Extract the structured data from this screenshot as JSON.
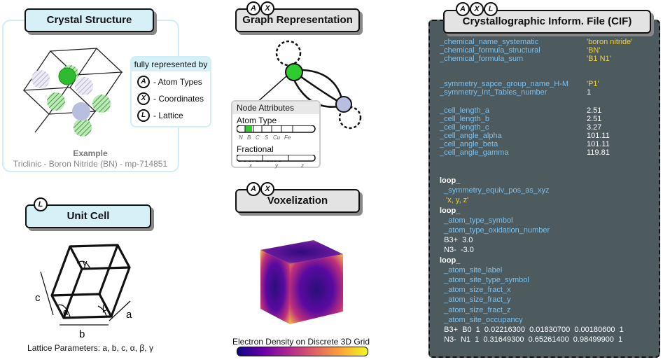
{
  "crystal": {
    "title": "Crystal Structure",
    "legend_header": "fully represented by",
    "legend": [
      {
        "badge": "A",
        "label": "- Atom Types"
      },
      {
        "badge": "X",
        "label": "- Coordinates"
      },
      {
        "badge": "L",
        "label": "- Lattice"
      }
    ],
    "example_label": "Example",
    "example_desc": "Triclinic - Boron Nitride (BN) - mp-714851"
  },
  "unit_cell": {
    "badge": "L",
    "title": "Unit Cell",
    "labels": {
      "c": "c",
      "a": "a",
      "b": "b",
      "alpha": "α",
      "beta": "β",
      "gamma": "γ"
    },
    "caption": "Lattice Parameters: a, b, c, α, β, γ"
  },
  "graph": {
    "badges": [
      "A",
      "X"
    ],
    "title": "Graph Representation",
    "node_attr_title": "Node Attributes",
    "atom_type_label": "Atom Type",
    "atom_types": [
      "N",
      "B",
      "C",
      "S",
      "Cu",
      "Fe"
    ],
    "frac_coord_label": "Fractional Coordinates",
    "coords": [
      "x",
      "y",
      "z"
    ]
  },
  "voxel": {
    "badges": [
      "A",
      "X"
    ],
    "title": "Voxelization",
    "caption": "Electron Density on Discrete 3D Grid"
  },
  "cif": {
    "badges": [
      "A",
      "X",
      "L"
    ],
    "title": "Crystallographic Inform. File (CIF)",
    "fields": [
      {
        "k": "_chemical_name_systematic",
        "v": "'boron nitride'",
        "vc": "y"
      },
      {
        "k": "_chemical_formula_structural",
        "v": "'BN'",
        "vc": "y"
      },
      {
        "k": "_chemical_formula_sum",
        "v": "'B1 N1'",
        "vc": "y"
      },
      {
        "k": "_symmetry_sapce_group_name_H-M",
        "v": "'P1'",
        "vc": "y"
      },
      {
        "k": "_symmetry_Int_Tables_number",
        "v": "1",
        "vc": "w"
      },
      {
        "k": "_cell_length_a",
        "v": "2.51",
        "vc": "w"
      },
      {
        "k": "_cell_length_b",
        "v": "2.51",
        "vc": "w"
      },
      {
        "k": "_cell_length_c",
        "v": "3.27",
        "vc": "w"
      },
      {
        "k": "_cell_angle_alpha",
        "v": "101.11",
        "vc": "w"
      },
      {
        "k": "_cell_angle_beta",
        "v": "101.11",
        "vc": "w"
      },
      {
        "k": "_cell_angle_gamma",
        "v": "119.81",
        "vc": "w"
      }
    ],
    "loops": [
      {
        "t": "loop_",
        "c": "w b"
      },
      {
        "t": "  _symmetry_equiv_pos_as_xyz",
        "c": "k"
      },
      {
        "t": "   'x, y, z'",
        "c": "y"
      },
      {
        "t": "loop_",
        "c": "w b"
      },
      {
        "t": "  _atom_type_symbol",
        "c": "k"
      },
      {
        "t": "  _atom_type_oxidation_number",
        "c": "k"
      },
      {
        "t": "  B3+  3.0",
        "c": "w"
      },
      {
        "t": "  N3-  -3.0",
        "c": "w"
      },
      {
        "t": "loop_",
        "c": "w b"
      },
      {
        "t": "  _atom_site_label",
        "c": "k"
      },
      {
        "t": "  _atom_site_type_symbol",
        "c": "k"
      },
      {
        "t": "  _atom_size_fract_x",
        "c": "k"
      },
      {
        "t": "  _atom_size_fract_y",
        "c": "k"
      },
      {
        "t": "  _atom_size_fract_z",
        "c": "k"
      },
      {
        "t": "  _atom_site_occupancy",
        "c": "k"
      },
      {
        "t": "  B3+  B0  1  0.02216300  0.01830700  0.00180600  1",
        "c": "w"
      },
      {
        "t": "  N3-  N1  1  0.31649300  0.65261400  0.98499900  1",
        "c": "w"
      }
    ]
  }
}
